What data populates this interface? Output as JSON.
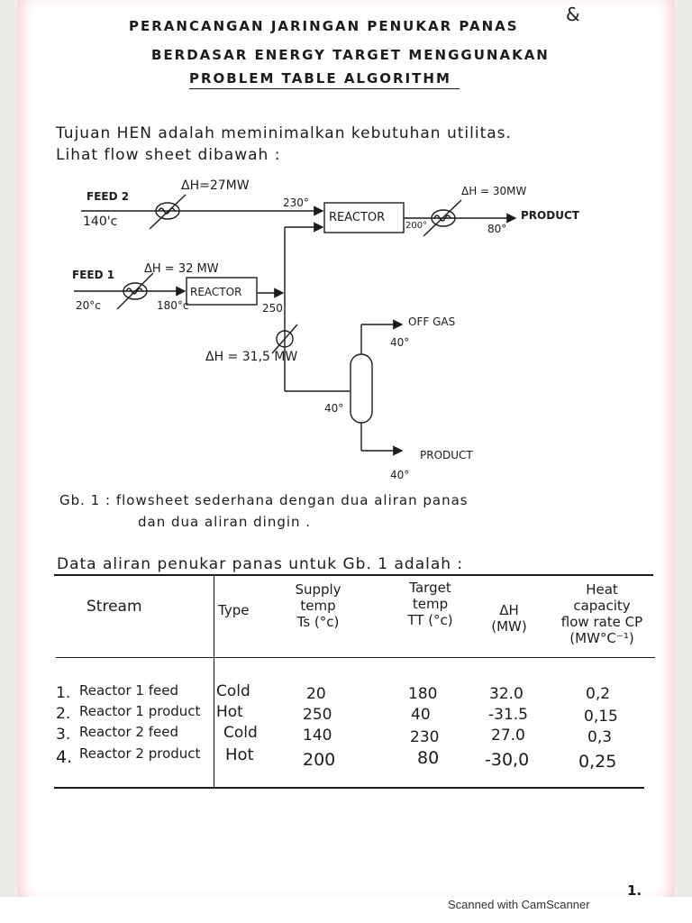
{
  "title": {
    "line1": "PERANCANGAN JARINGAN PENUKAR PANAS",
    "line2": "BERDASAR ENERGY TARGET MENGGUNAKAN",
    "line3": "PROBLEM TABLE ALGORITHM",
    "corner_mark": "&"
  },
  "intro": {
    "line1": "Tujuan HEN adalah meminimalkan kebutuhan utilitas.",
    "line2": "Lihat flow sheet dibawah :"
  },
  "flowsheet": {
    "feed2_label": "FEED 2",
    "feed2_temp": "140'c",
    "hx_feed2_duty": "ΔH=27MW",
    "reactor2_in_temp": "230°",
    "reactor2_label": "REACTOR",
    "reactor2_out_temp": "200°",
    "hx_product_duty": "ΔH = 30MW",
    "product_temp": "80°",
    "product_label": "PRODUCT",
    "feed1_label": "FEED 1",
    "hx_feed1_duty": "ΔH = 32 MW",
    "feed1_temp": "20°c",
    "reactor1_in_temp": "180°c",
    "reactor1_label": "REACTOR",
    "reactor1_out_temp": "250",
    "cooler_duty": "ΔH = 31,5 MW",
    "offgas_label": "OFF GAS",
    "offgas_temp": "40°",
    "column_temp": "40°",
    "bottom_product_label": "PRODUCT",
    "bottom_product_temp": "40°"
  },
  "caption": {
    "line1": "Gb. 1 : flowsheet sederhana dengan dua aliran panas",
    "line2": "dan dua aliran dingin ."
  },
  "table_intro": "Data aliran penukar panas untuk Gb. 1 adalah :",
  "table": {
    "headers": {
      "stream": "Stream",
      "type": "Type",
      "supply": [
        "Supply",
        "temp",
        "Ts (°c)"
      ],
      "target": [
        "Target",
        "temp",
        "TT (°c)"
      ],
      "dh": [
        "ΔH",
        "(MW)"
      ],
      "cp": [
        "Heat",
        "capacity",
        "flow rate CP",
        "(MW°C⁻¹)"
      ]
    },
    "rows": [
      {
        "no": "1.",
        "stream": "Reactor 1 feed",
        "type": "Cold",
        "supply": "20",
        "target": "180",
        "dh": "32.0",
        "cp": "0,2"
      },
      {
        "no": "2.",
        "stream": "Reactor 1 product",
        "type": "Hot",
        "supply": "250",
        "target": "40",
        "dh": "-31.5",
        "cp": "0,15"
      },
      {
        "no": "3.",
        "stream": "Reactor 2 feed",
        "type": "Cold",
        "supply": "140",
        "target": "230",
        "dh": "27.0",
        "cp": "0,3"
      },
      {
        "no": "4.",
        "stream": "Reactor 2 product",
        "type": "Hot",
        "supply": "200",
        "target": "80",
        "dh": "-30,0",
        "cp": "0,25"
      }
    ]
  },
  "page_number": "1.",
  "watermark": "Scanned with CamScanner"
}
